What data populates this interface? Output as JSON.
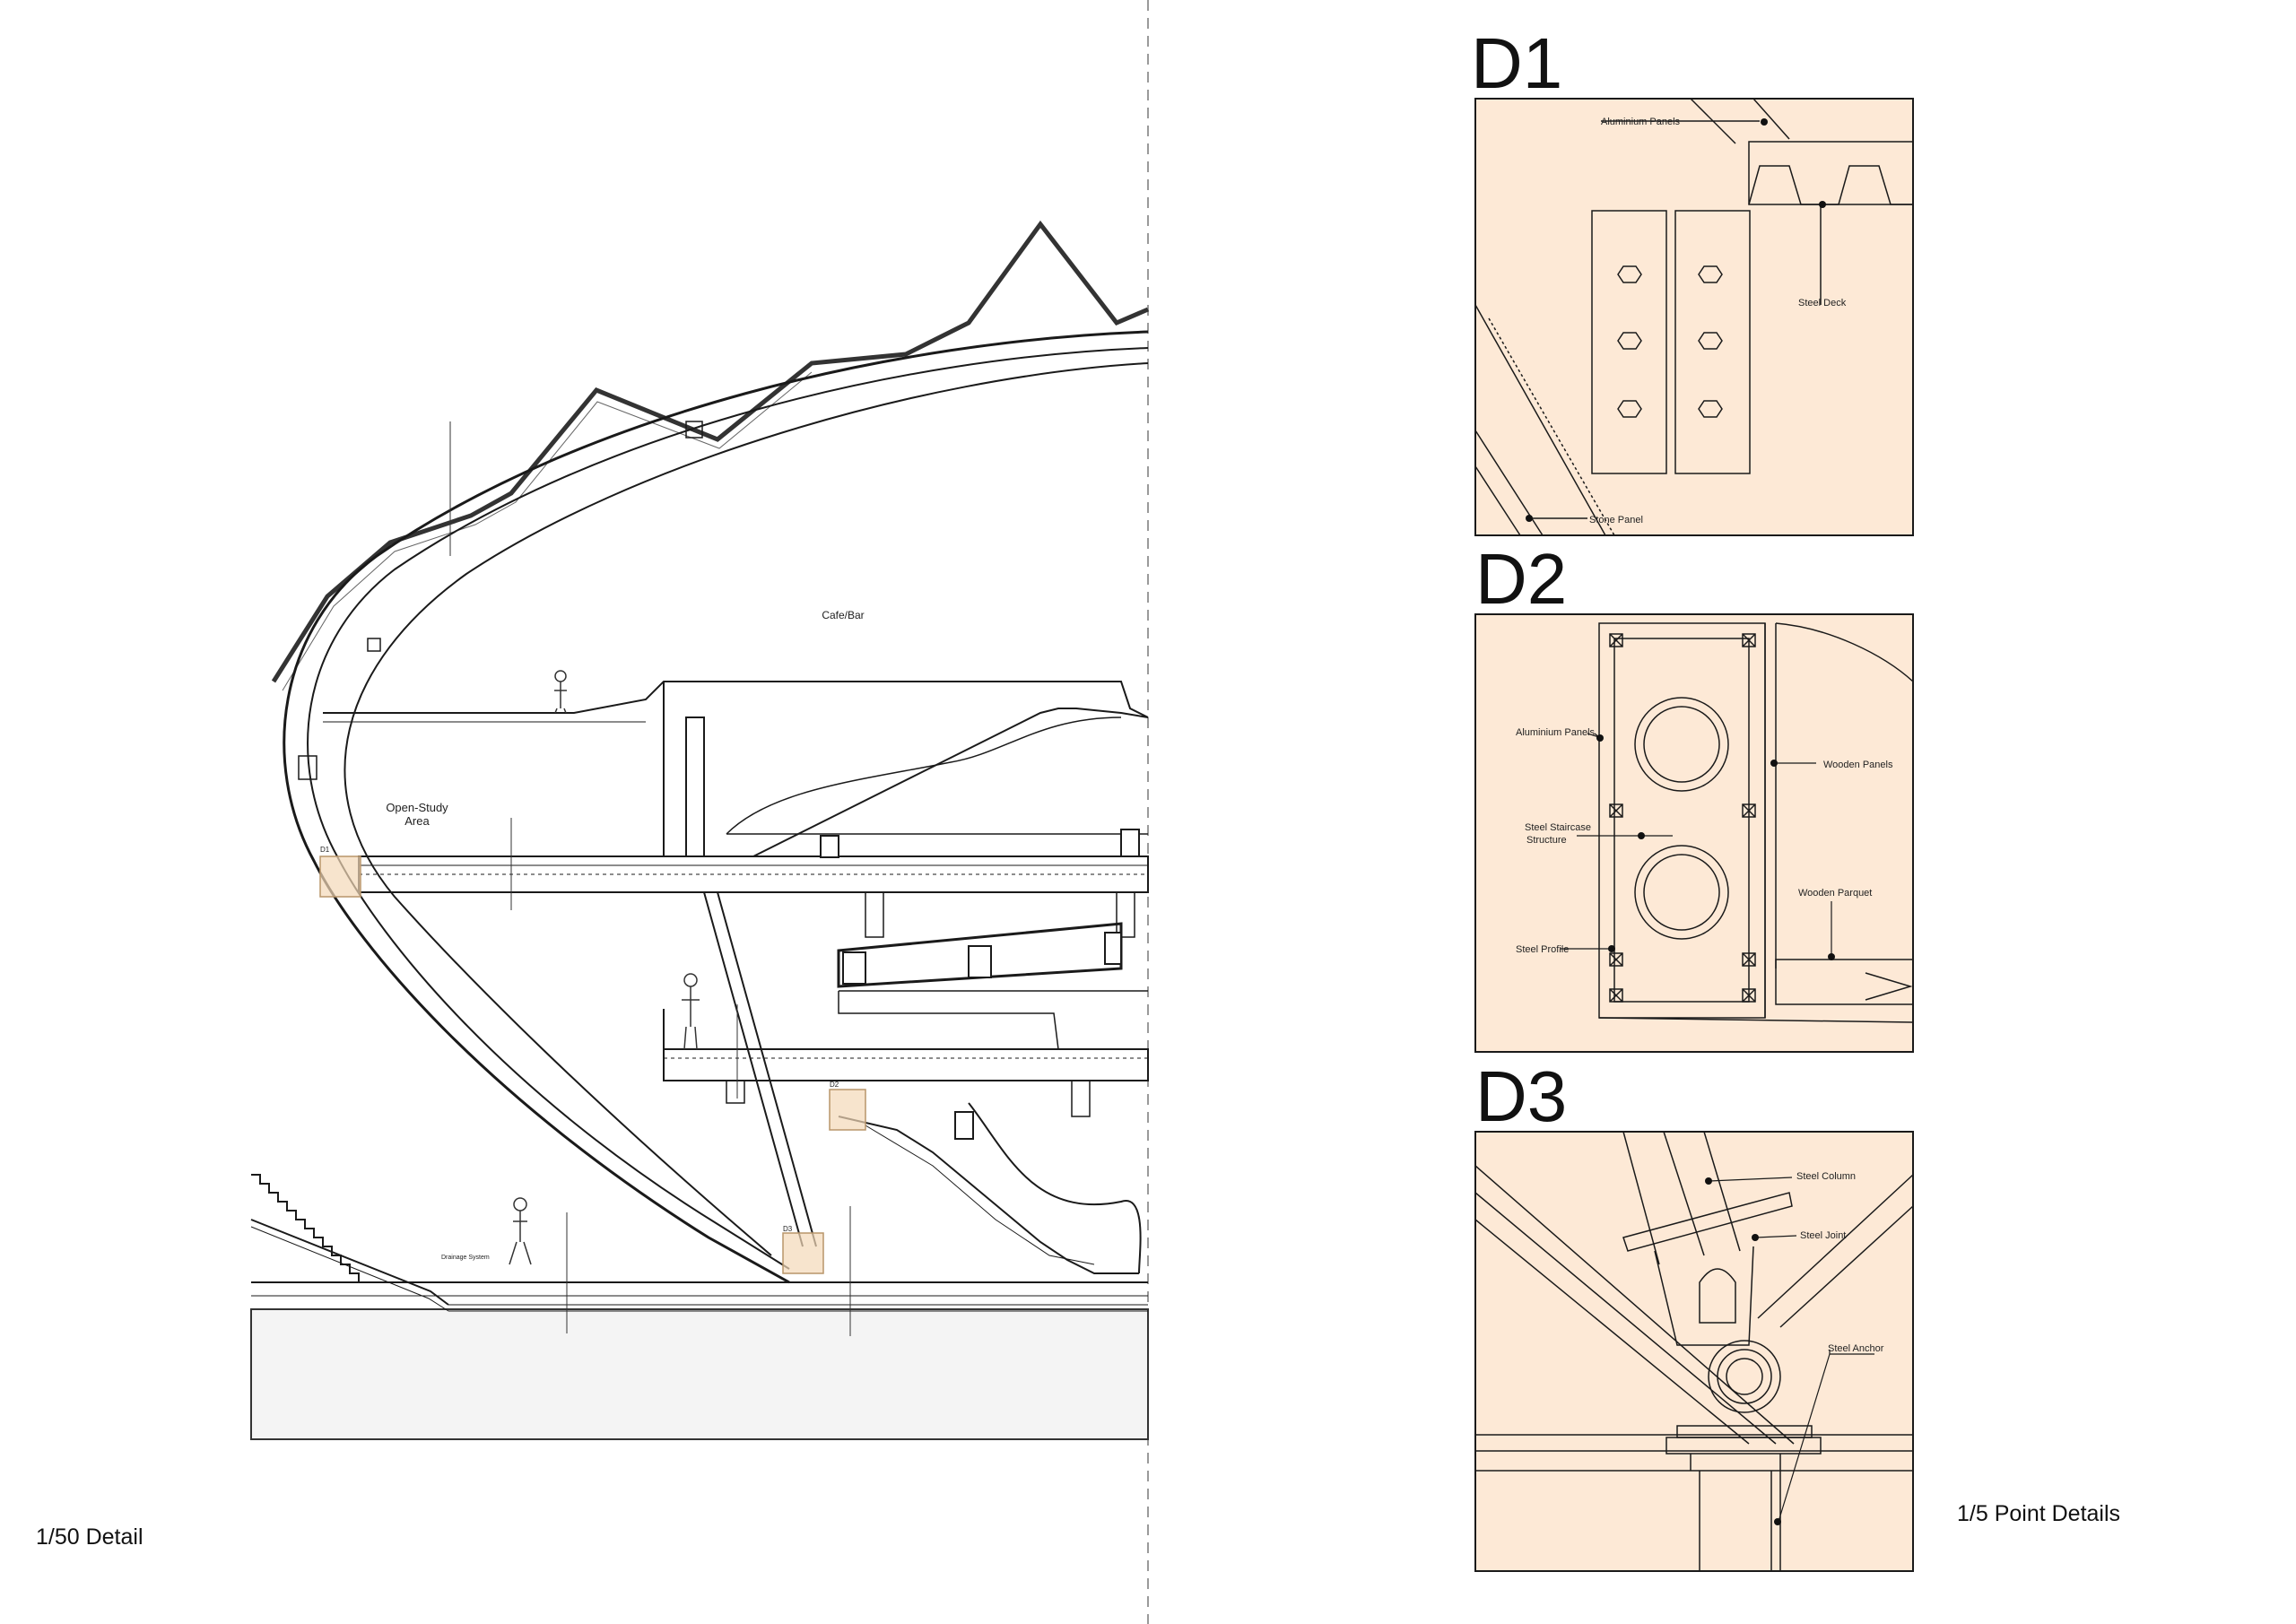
{
  "section": {
    "scale_label": "1/50 Detail",
    "room_labels": [
      "Cafe/Bar",
      "Open-Study",
      "Area"
    ],
    "bottom_label": "Drainage System",
    "callout_tags": [
      "D1",
      "D2",
      "D3"
    ]
  },
  "details": {
    "scale_label": "1/5 Point Details",
    "d1": {
      "title": "D1",
      "labels": [
        "Aluminium Panels",
        "Steel Deck",
        "Stone Panel"
      ]
    },
    "d2": {
      "title": "D2",
      "labels": [
        "Aluminium Panels",
        "Wooden Panels",
        "Steel Staircase",
        "Structure",
        "Wooden Parquet",
        "Steel Profile"
      ]
    },
    "d3": {
      "title": "D3",
      "labels": [
        "Steel Column",
        "Steel Joint",
        "Steel Anchor"
      ]
    }
  },
  "colors": {
    "detail_fill": "#fde9d6",
    "highlight": "#f3d9b8",
    "line": "#1a1a1a",
    "divider": "#9a9a9a"
  }
}
